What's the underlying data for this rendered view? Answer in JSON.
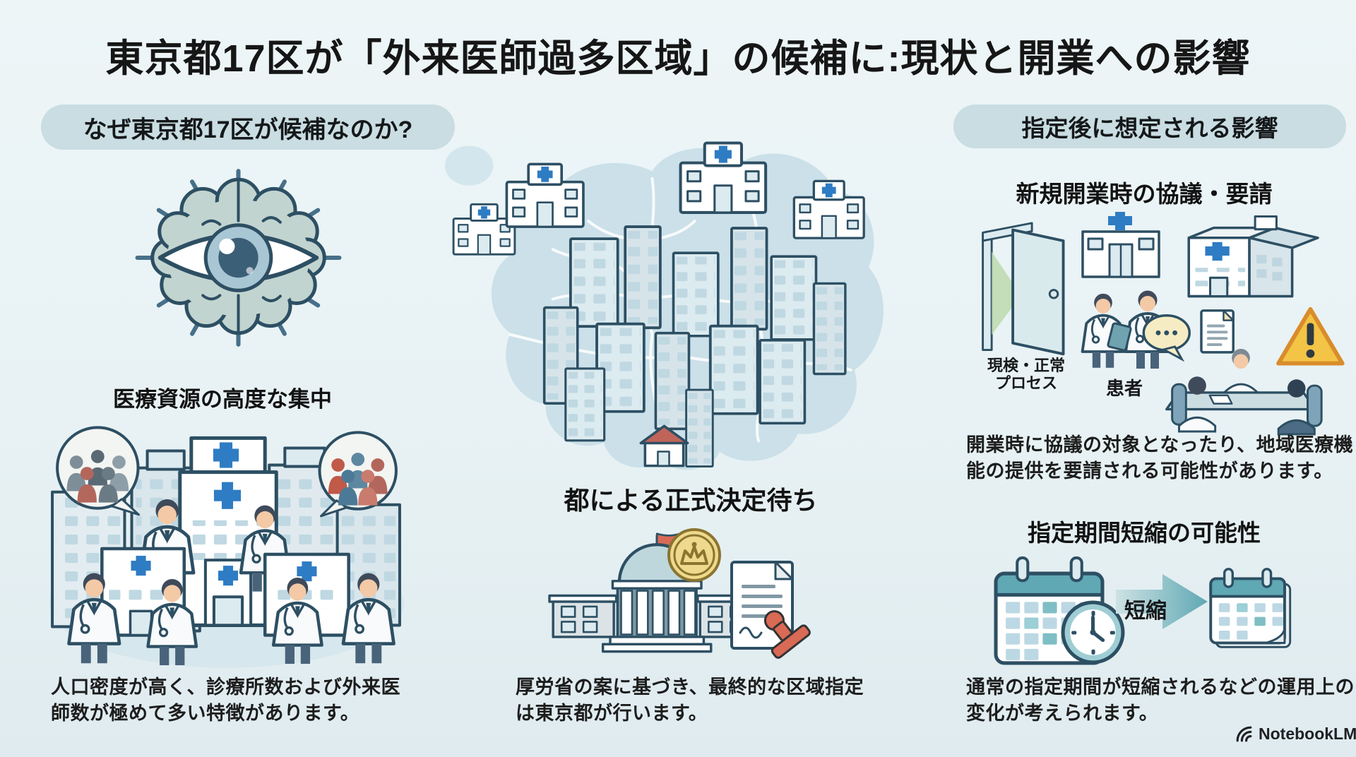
{
  "title": "東京都17区が「外来医師過多区域」の候補に:現状と開業への影響",
  "left": {
    "header": "なぜ東京都17区が候補なのか?",
    "subheading": "医療資源の高度な集中",
    "body": "人口密度が高く、診療所数および外来医師数が極めて多い特徴があります。"
  },
  "center": {
    "subheading": "都による正式決定待ち",
    "body": "厚労省の案に基づき、最終的な区域指定は東京都が行います。"
  },
  "right": {
    "header": "指定後に想定される影響",
    "consultation": {
      "subheading": "新規開業時の協議・要請",
      "door_label_line1": "現検・正常",
      "door_label_line2": "プロセス",
      "patients_label": "患者",
      "body": "開業時に協議の対象となったり、地域医療機能の提供を要請される可能性があります。"
    },
    "shortening": {
      "subheading": "指定期間短縮の可能性",
      "arrow_label": "短縮",
      "body": "通常の指定期間が短縮されるなどの運用上の変化が考えられます。"
    }
  },
  "footer": {
    "brand": "NotebookLM"
  },
  "icons": {
    "brain_eye": "brain-eye-icon",
    "ward_map": "tokyo-ward-map-illustration",
    "hospital_cluster": "hospital-doctors-cluster-illustration",
    "government_building": "government-building-stamp-illustration",
    "open_door": "open-door-icon",
    "clinic": "clinic-icon",
    "doctors": "doctors-pair-icon",
    "hospital_building": "hospital-building-icon",
    "meeting": "consultation-meeting-icon",
    "warning": "warning-triangle-icon",
    "calendar_clock": "calendar-clock-icon",
    "shorten_arrow": "shorten-arrow-icon",
    "calendar_small": "small-calendar-icon",
    "notebooklm": "notebooklm-logo-icon"
  },
  "colors": {
    "pill": "#c9dde2",
    "navy": "#2d4f63",
    "blue": "#2e7cc3",
    "teal": "#5fa8b4",
    "teal_light": "#bcd8e4",
    "map": "#cbe0e9",
    "fill_light": "#dcebf0",
    "warn": "#f3c445",
    "warn_edge": "#d98c2b",
    "red": "#d96a55",
    "gold": "#eed98c",
    "gold_edge": "#8a7430",
    "skin": "#f3c9a6",
    "hair": "#3f4a5a",
    "coat": "#f8fafb",
    "green": "#b9d8a9",
    "brand": "#202124"
  }
}
